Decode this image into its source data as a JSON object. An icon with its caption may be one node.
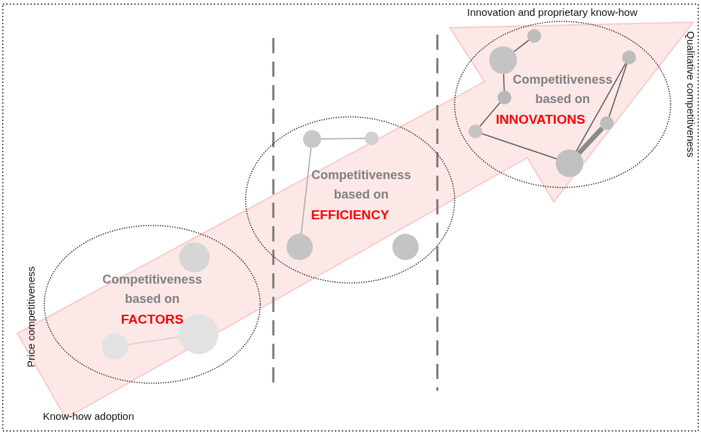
{
  "diagram": {
    "nodes": [
      {
        "text": [
          "Competitiveness based on",
          "FACTORS"
        ]
      },
      {
        "text": [],
        "shape": "circle",
        "in": 0
      },
      {
        "text": [],
        "shape": "circle",
        "in": 0
      },
      {
        "text": [],
        "shape": "circle",
        "in": 0
      },
      {
        "text": [
          "Competitiveness based on",
          "EFFICIENCY"
        ]
      },
      {
        "text": [],
        "shape": "circle",
        "in": 4
      },
      {
        "text": [],
        "shape": "circle",
        "in": 4
      },
      {
        "text": [],
        "shape": "circle",
        "in": 4
      },
      {
        "text": [],
        "shape": "circle",
        "in": 4
      },
      {
        "text": [
          "Competitiveness based on",
          "INNOVATIONS"
        ]
      },
      {
        "text": [],
        "shape": "circle",
        "in": 9
      },
      {
        "text": [],
        "shape": "circle",
        "in": 9
      },
      {
        "text": [],
        "shape": "circle",
        "in": 9
      },
      {
        "text": [],
        "shape": "circle",
        "in": 9
      },
      {
        "text": [],
        "shape": "circle",
        "in": 9
      },
      {
        "text": [],
        "shape": "circle",
        "in": 9
      },
      {
        "text": [],
        "shape": "circle",
        "in": 9
      }
    ],
    "edges": [
      {
        "from": 3,
        "to": 2,
        "arrow": "none",
        "color": "#d0d0d0"
      },
      {
        "from": 5,
        "to": 6,
        "arrow": "none",
        "color": "#aaaaaa"
      },
      {
        "from": 5,
        "to": 7,
        "arrow": "none",
        "color": "#aaaaaa"
      },
      {
        "from": 10,
        "to": 12,
        "arrow": "none"
      },
      {
        "from": 12,
        "to": 13,
        "arrow": "none"
      },
      {
        "from": 13,
        "to": 15,
        "arrow": "none"
      },
      {
        "from": 15,
        "to": 16,
        "arrow": "none"
      },
      {
        "from": 16,
        "to": 11,
        "arrow": "none"
      },
      {
        "from": 11,
        "to": 14,
        "arrow": "none"
      },
      {
        "from": 14,
        "to": 16,
        "arrow": "none",
        "style": "thick",
        "color": "#8a8a8a"
      }
    ],
    "labels": [
      "Innovation and proprietary know-how",
      "Qualitative competitiveness",
      "Price competitiveness",
      "Know-how adoption"
    ]
  }
}
